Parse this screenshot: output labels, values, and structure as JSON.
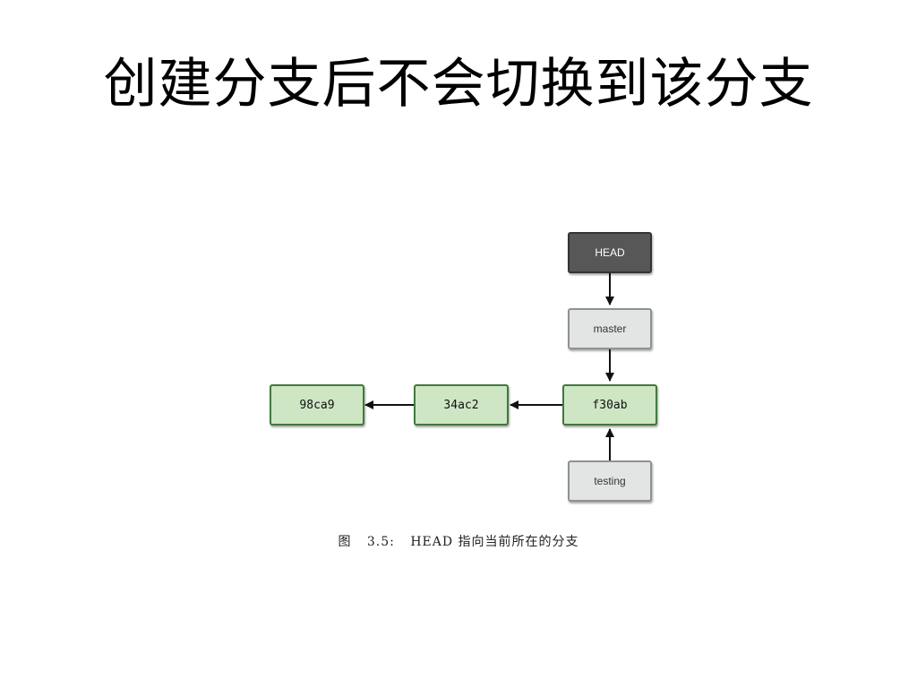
{
  "slide": {
    "title": "创建分支后不会切换到该分支"
  },
  "diagram": {
    "pointers": {
      "head": "HEAD",
      "master": "master",
      "testing": "testing"
    },
    "commits": [
      "98ca9",
      "34ac2",
      "f30ab"
    ],
    "colors": {
      "commit_fill": "#cfe6c4",
      "commit_border": "#3f7a3a",
      "branch_fill": "#e3e5e4",
      "head_fill": "#575757"
    }
  },
  "caption": {
    "figure_label": "图",
    "figure_number": "3.5:",
    "text": "HEAD 指向当前所在的分支"
  }
}
